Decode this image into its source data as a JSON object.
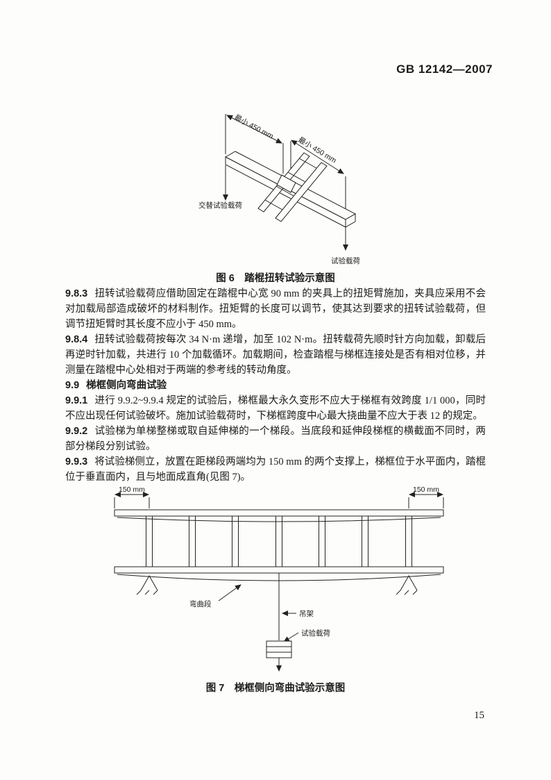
{
  "header": {
    "doc_number": "GB 12142—2007"
  },
  "figure6": {
    "caption": "图 6　踏棍扭转试验示意图",
    "labels": {
      "dim1": "最小 450 mm",
      "dim2": "最小 450 mm",
      "alt_load": "交替试验载荷",
      "test_load": "试验载荷"
    }
  },
  "sections": [
    {
      "num": "9.8.3",
      "text": "扭转试验载荷应借助固定在踏棍中心宽 90 mm 的夹具上的扭矩臂施加，夹具应采用不会对加载局部造成破坏的材料制作。扭矩臂的长度可以调节，使其达到要求的扭转试验载荷，但调节扭矩臂时其长度不应小于 450 mm。"
    },
    {
      "num": "9.8.4",
      "text": "扭转试验载荷按每次 34 N·m 递增，加至 102 N·m。扭转载荷先顺时针方向加载，卸载后再逆时针加载，共进行 10 个加载循环。加载期间，检查踏棍与梯框连接处是否有相对位移，并测量在踏棍中心处相对于两端的参考线的转动角度。"
    },
    {
      "num": "9.9",
      "text": "梯框侧向弯曲试验"
    },
    {
      "num": "9.9.1",
      "text": "进行 9.9.2~9.9.4 规定的试验后，梯框最大永久变形不应大于梯框有效跨度 1/1 000，同时不应出现任何试验破坏。施加试验载荷时，下梯框跨度中心最大挠曲量不应大于表 12 的规定。"
    },
    {
      "num": "9.9.2",
      "text": "试验梯为单梯整梯或取自延伸梯的一个梯段。当底段和延伸段梯框的横截面不同时，两部分梯段分别试验。"
    },
    {
      "num": "9.9.3",
      "text": "将试验梯侧立，放置在距梯段两端均为 150 mm 的两个支撑上，梯框位于水平面内，踏棍位于垂直面内，且与地面成直角(见图 7)。"
    }
  ],
  "figure7": {
    "caption": "图 7　梯框侧向弯曲试验示意图",
    "labels": {
      "dim_left": "150 mm",
      "dim_right": "150 mm",
      "bend_section": "弯曲段",
      "hanger": "吊架",
      "test_load": "试验载荷"
    }
  },
  "footer": {
    "page_number": "15"
  }
}
